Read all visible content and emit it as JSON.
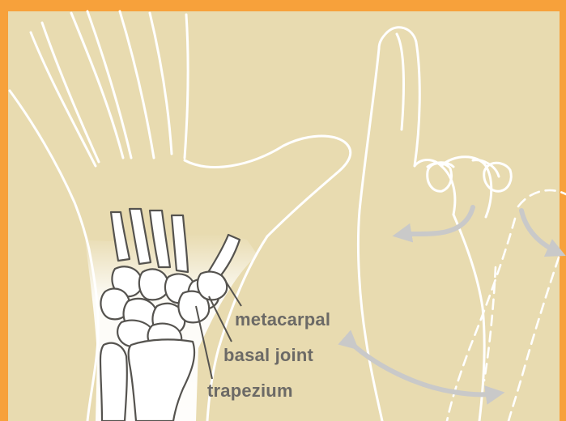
{
  "labels": {
    "metacarpal": "metacarpal",
    "basal_joint": "basal joint",
    "trapezium": "trapezium"
  },
  "colors": {
    "frame": "#f7a13b",
    "skin": "#e8dbb0",
    "outline": "#ffffff",
    "bone_stroke": "#55534f",
    "label_text": "#6c6a66",
    "arrow": "#c9c9c9"
  },
  "icons": [
    "motion-arrow-icon"
  ]
}
